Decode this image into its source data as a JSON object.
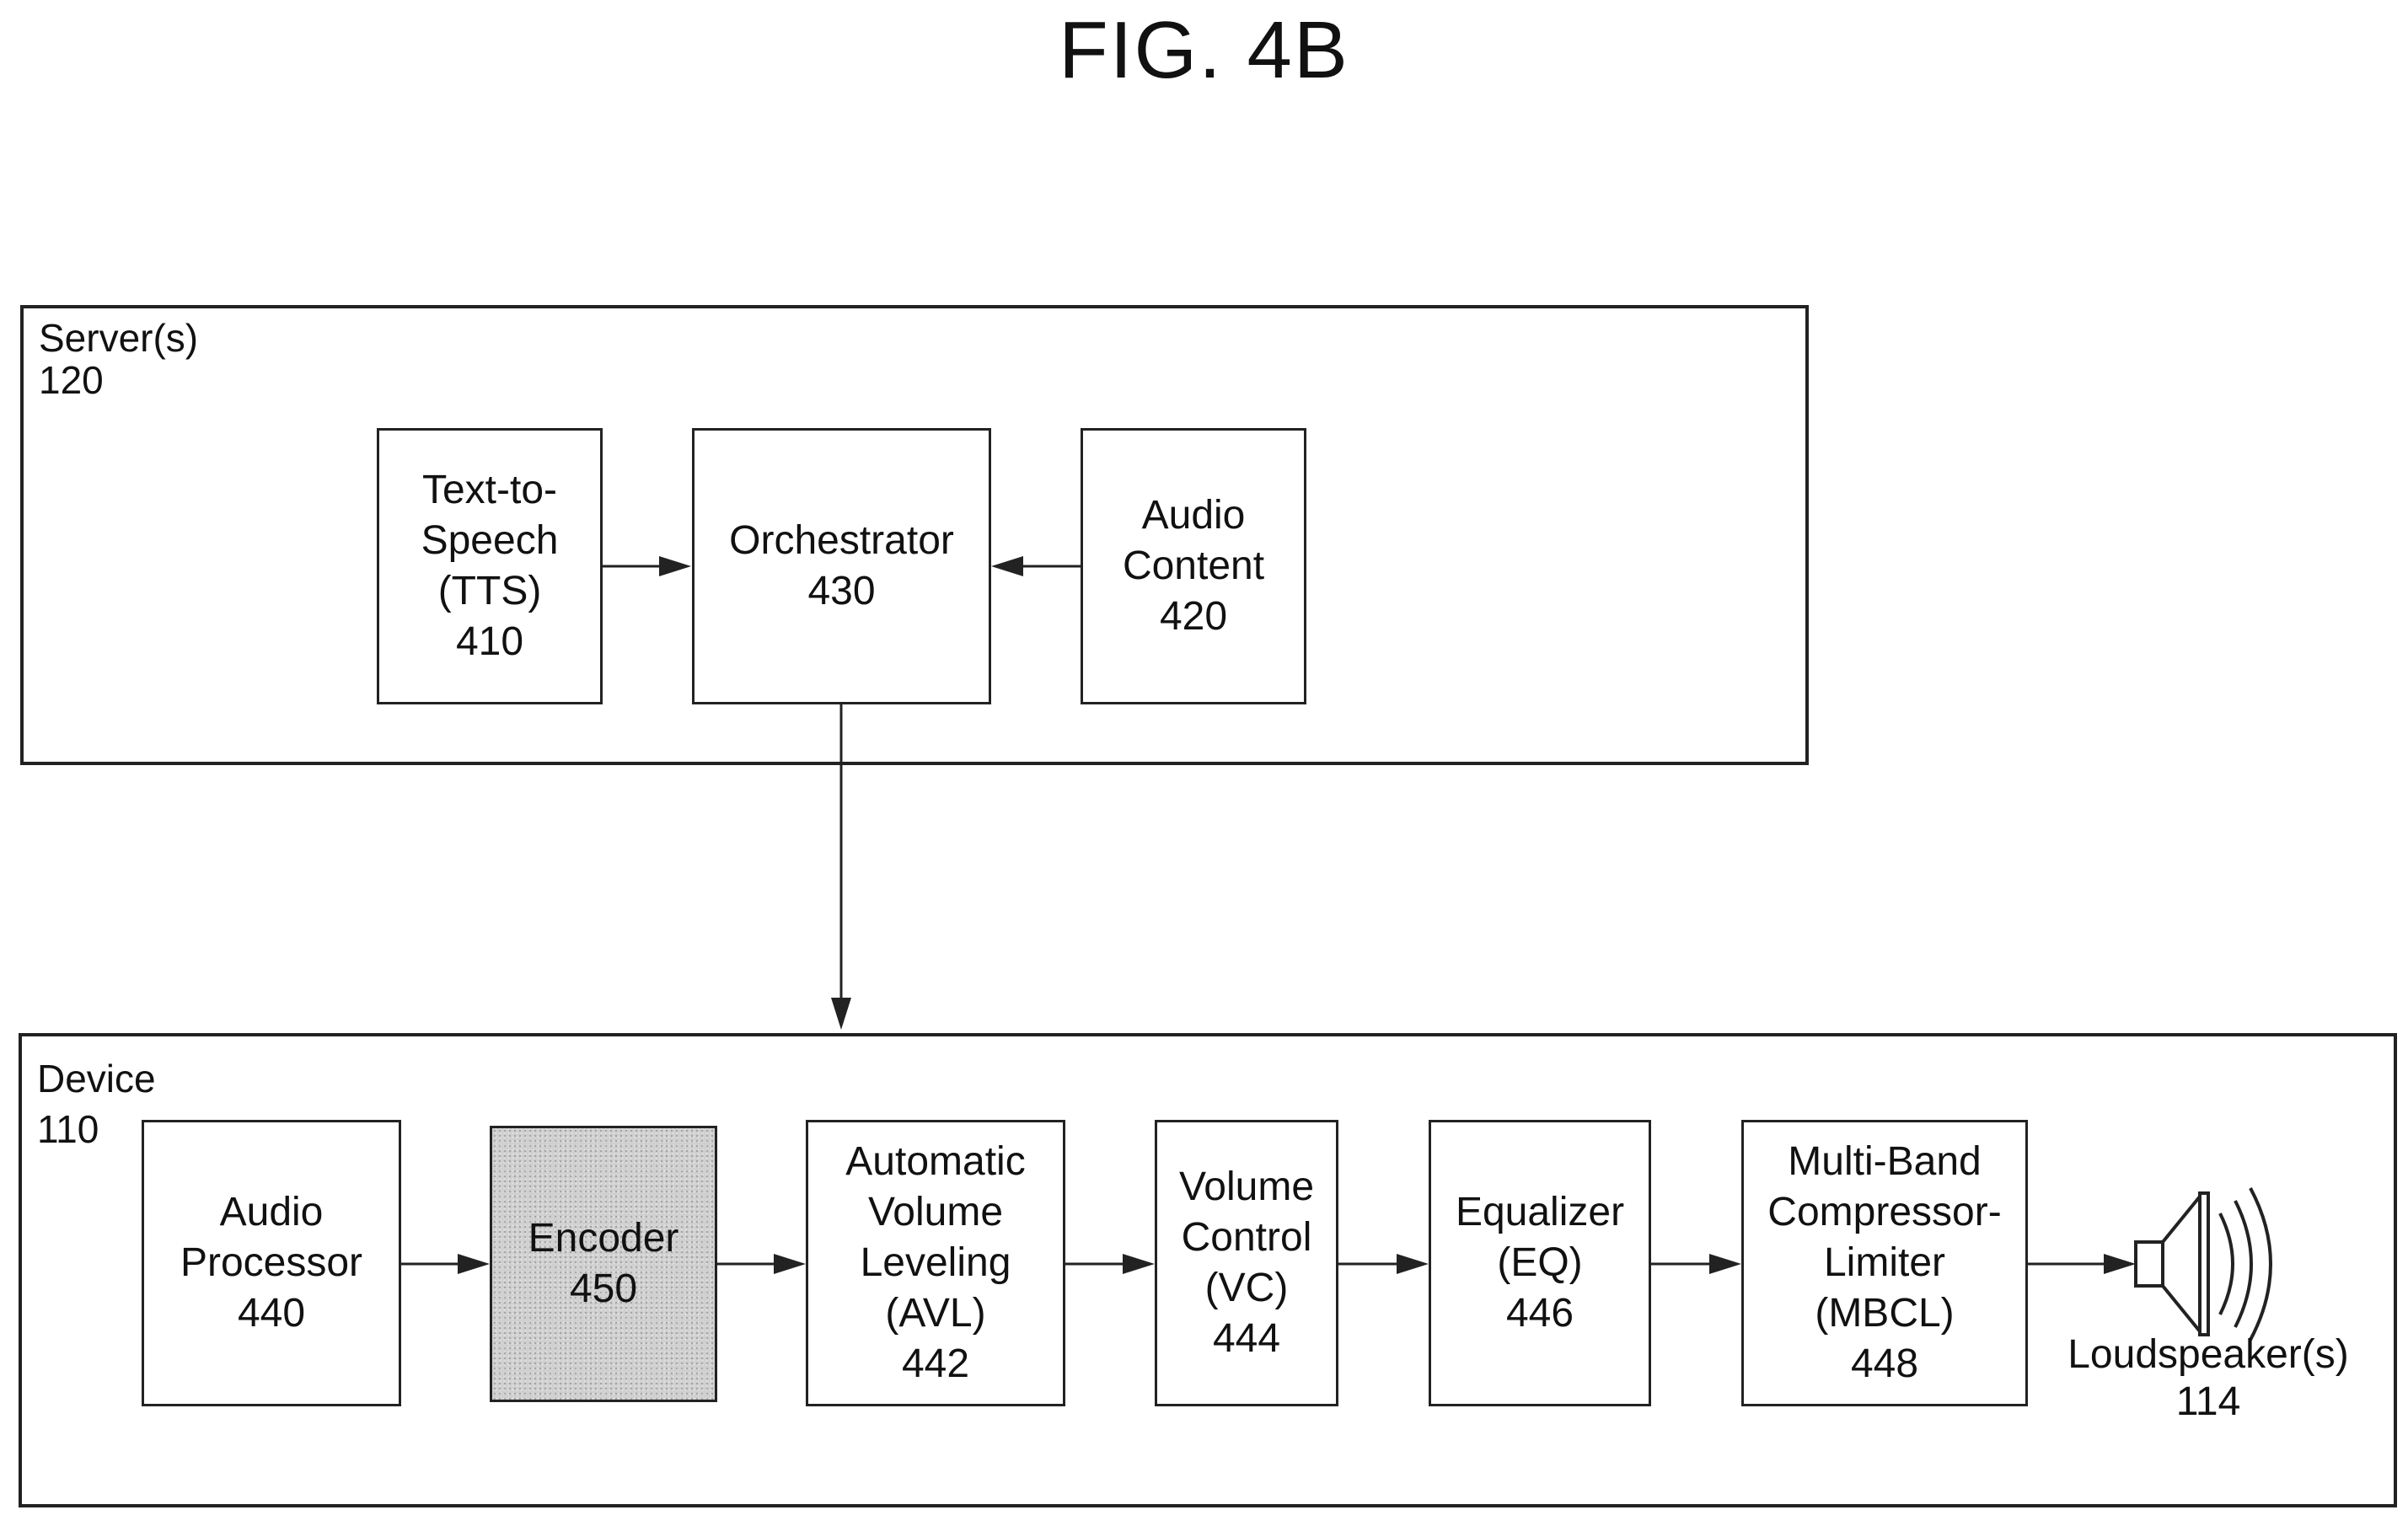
{
  "figure": {
    "title": "FIG. 4B"
  },
  "server": {
    "name": "Server(s)",
    "ref": "120",
    "blocks": {
      "tts": {
        "lines": [
          "Text-to-",
          "Speech",
          "(TTS)",
          "410"
        ]
      },
      "orchestrator": {
        "lines": [
          "Orchestrator",
          "430"
        ]
      },
      "audio_content": {
        "lines": [
          "Audio",
          "Content",
          "420"
        ]
      }
    }
  },
  "device": {
    "name": "Device",
    "ref": "110",
    "blocks": {
      "audio_processor": {
        "lines": [
          "Audio",
          "Processor",
          "440"
        ]
      },
      "encoder": {
        "lines": [
          "Encoder",
          "450"
        ]
      },
      "avl": {
        "lines": [
          "Automatic",
          "Volume",
          "Leveling",
          "(AVL)",
          "442"
        ]
      },
      "vc": {
        "lines": [
          "Volume",
          "Control",
          "(VC)",
          "444"
        ]
      },
      "eq": {
        "lines": [
          "Equalizer",
          "(EQ)",
          "446"
        ]
      },
      "mbcl": {
        "lines": [
          "Multi-Band",
          "Compressor-",
          "Limiter",
          "(MBCL)",
          "448"
        ]
      }
    },
    "loudspeaker": {
      "lines": [
        "Loudspeaker(s)",
        "114"
      ]
    }
  },
  "colors": {
    "line": "#222222",
    "encoder_fill": "#d0d0d0",
    "background": "#ffffff"
  }
}
